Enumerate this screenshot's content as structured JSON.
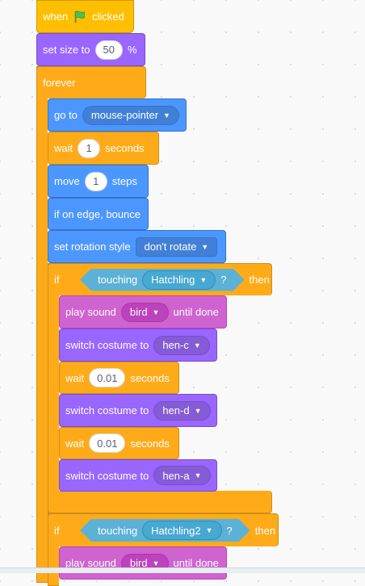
{
  "colors": {
    "events": "#ffbf00",
    "looks": "#9966ff",
    "control": "#ffab19",
    "motion": "#4c97ff",
    "sound": "#cf63cf",
    "sensing": "#5cb1d6"
  },
  "blocks": {
    "when_flag": {
      "when": "when",
      "icon": "green-flag-icon",
      "clicked": "clicked"
    },
    "set_size": {
      "label": "set size to",
      "value": "50",
      "unit": "%"
    },
    "forever": {
      "label": "forever"
    },
    "go_to": {
      "label": "go to",
      "target": "mouse-pointer"
    },
    "wait1": {
      "label": "wait",
      "value": "1",
      "unit": "seconds"
    },
    "move": {
      "label": "move",
      "value": "1",
      "unit": "steps"
    },
    "bounce": {
      "label": "if on edge, bounce"
    },
    "rotation": {
      "label": "set rotation style",
      "value": "don't rotate"
    },
    "if1": {
      "label": "if",
      "touching": "touching",
      "target": "Hatchling",
      "q": "?",
      "then": "then"
    },
    "sound1": {
      "label": "play sound",
      "value": "bird",
      "suffix": "until done"
    },
    "costume1": {
      "label": "switch costume to",
      "value": "hen-c"
    },
    "wait2": {
      "label": "wait",
      "value": "0.01",
      "unit": "seconds"
    },
    "costume2": {
      "label": "switch costume to",
      "value": "hen-d"
    },
    "wait3": {
      "label": "wait",
      "value": "0.01",
      "unit": "seconds"
    },
    "costume3": {
      "label": "switch costume to",
      "value": "hen-a"
    },
    "if2": {
      "label": "if",
      "touching": "touching",
      "target": "Hatchling2",
      "q": "?",
      "then": "then"
    },
    "sound2": {
      "label": "play sound",
      "value": "bird",
      "suffix": "until done"
    }
  }
}
